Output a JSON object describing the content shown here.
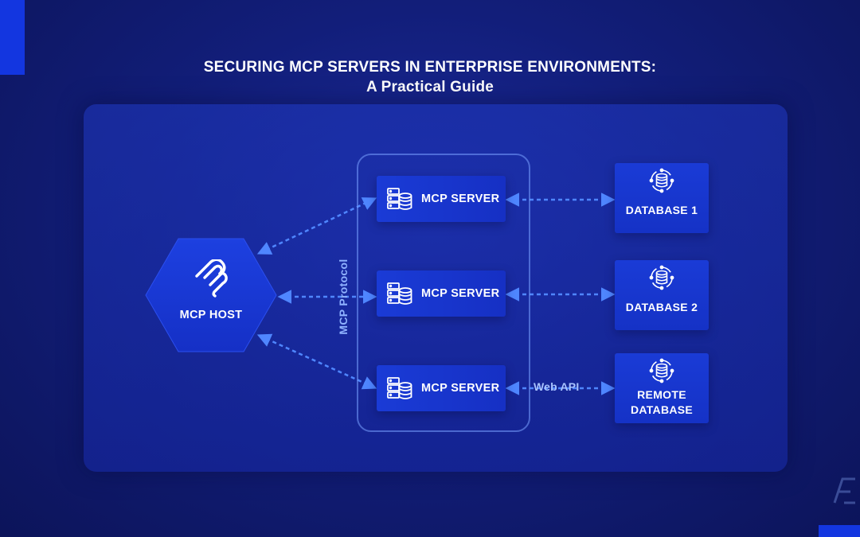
{
  "title": {
    "line1": "SECURING MCP SERVERS IN ENTERPRISE ENVIRONMENTS:",
    "line2": "A Practical Guide"
  },
  "host": {
    "label": "MCP HOST",
    "icon": "mcp-logo-icon"
  },
  "protocol_label": "MCP Protocol",
  "servers": [
    {
      "label": "MCP SERVER",
      "icon": "server-database-icon"
    },
    {
      "label": "MCP SERVER",
      "icon": "server-database-icon"
    },
    {
      "label": "MCP SERVER",
      "icon": "server-database-icon"
    }
  ],
  "databases": [
    {
      "line1": "DATABASE 1",
      "line2": "",
      "icon": "database-network-icon"
    },
    {
      "line1": "DATABASE 2",
      "line2": "",
      "icon": "database-network-icon"
    },
    {
      "line1": "REMOTE",
      "line2": "DATABASE",
      "icon": "database-network-icon"
    }
  ],
  "connections": {
    "server3_to_remote_label": "Web API"
  },
  "colors": {
    "background": "#121e7a",
    "accent": "#1336e0",
    "node": "#1a3bd6",
    "connector": "#4f86ff",
    "protocol_text": "#8fb2ff"
  }
}
